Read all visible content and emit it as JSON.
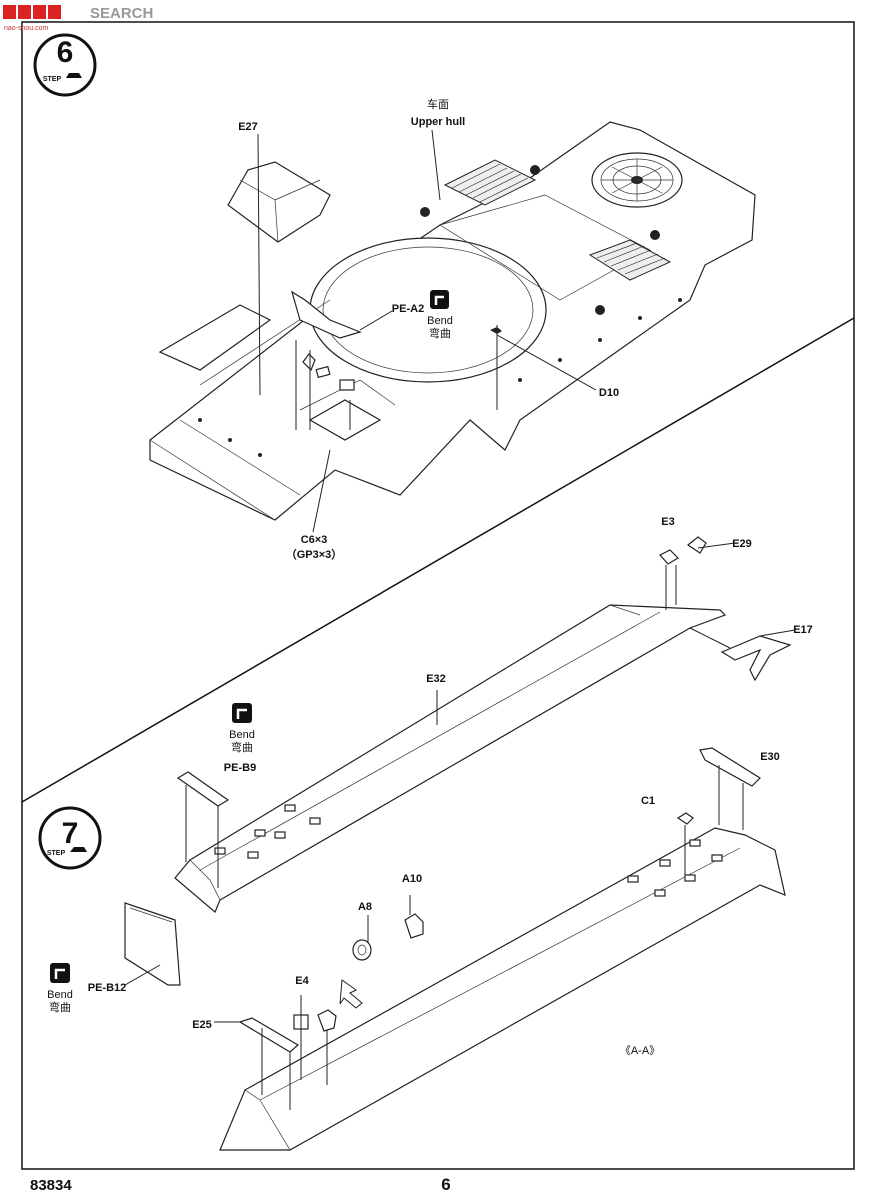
{
  "watermark": {
    "text": "SEARCH",
    "url": "nao-shou.com"
  },
  "steps": [
    {
      "word": "STEP",
      "number": "6"
    },
    {
      "word": "STEP",
      "number": "7"
    }
  ],
  "step6": {
    "upper_hull_cn": "车面",
    "upper_hull_en": "Upper hull",
    "bend_en": "Bend",
    "bend_cn": "弯曲",
    "parts": {
      "e27": "E27",
      "pe_a2": "PE-A2",
      "d10": "D10",
      "c6": "C6×3",
      "gp3": "（GP3×3）"
    }
  },
  "step7": {
    "bend1_en": "Bend",
    "bend1_cn": "弯曲",
    "bend2_en": "Bend",
    "bend2_cn": "弯曲",
    "parts": {
      "e3": "E3",
      "e29": "E29",
      "e17": "E17",
      "e32": "E32",
      "pe_b9": "PE-B9",
      "e30": "E30",
      "c1": "C1",
      "a10": "A10",
      "a8": "A8",
      "pe_b12": "PE-B12",
      "e4": "E4",
      "e25": "E25"
    },
    "section": "《A-A》"
  },
  "footer": {
    "code": "83834",
    "page": "6"
  }
}
